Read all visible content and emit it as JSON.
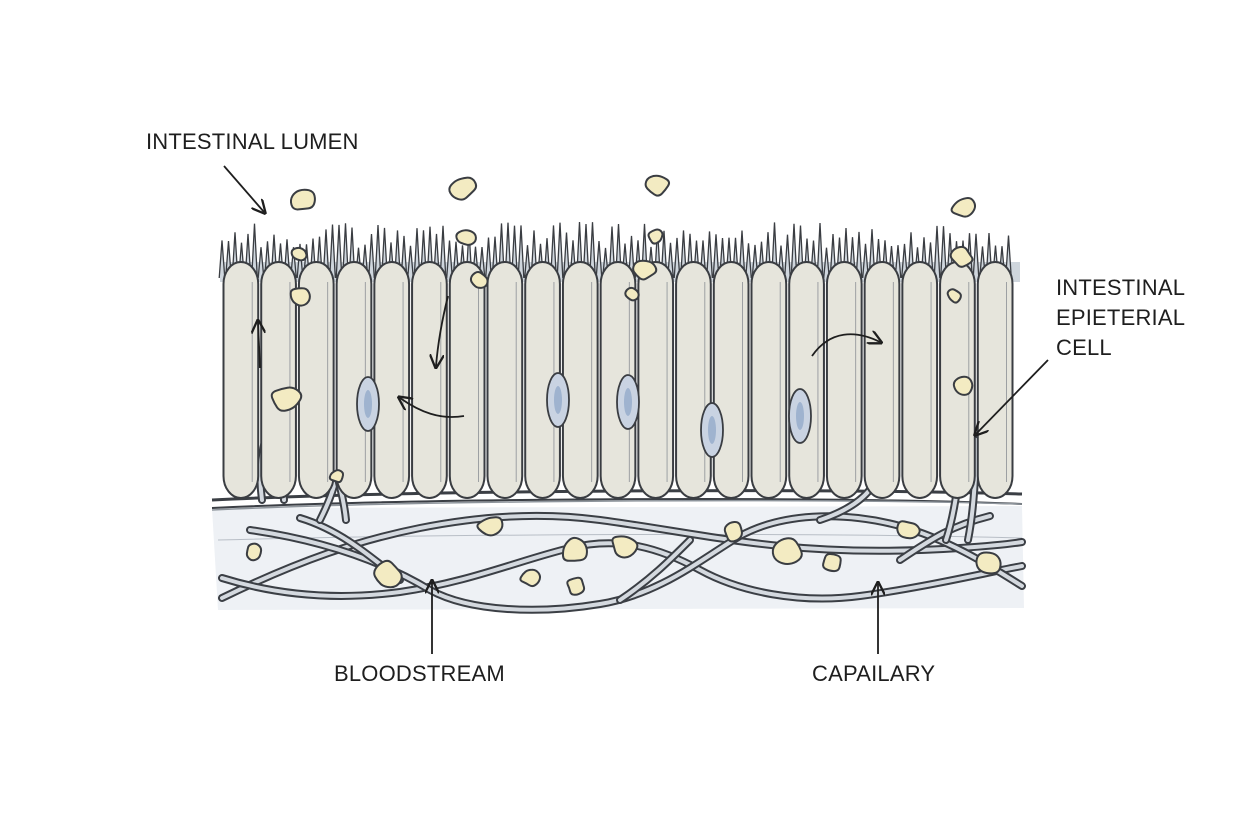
{
  "labels": {
    "lumen": "INTESTINAL LUMEN",
    "cell_line1": "INTESTINAL",
    "cell_line2": "EPIETERIAL",
    "cell_line3": "CELL",
    "bloodstream": "BLOODSTREAM",
    "capillary": "CAPAILARY"
  },
  "colors": {
    "cell_fill": "#e6e5dc",
    "outline": "#3a3d42",
    "microvilli": "#cfd6dd",
    "nucleus": "#c9d3e2",
    "particle": "#f3ebc2",
    "tissue": "#eef1f5"
  }
}
